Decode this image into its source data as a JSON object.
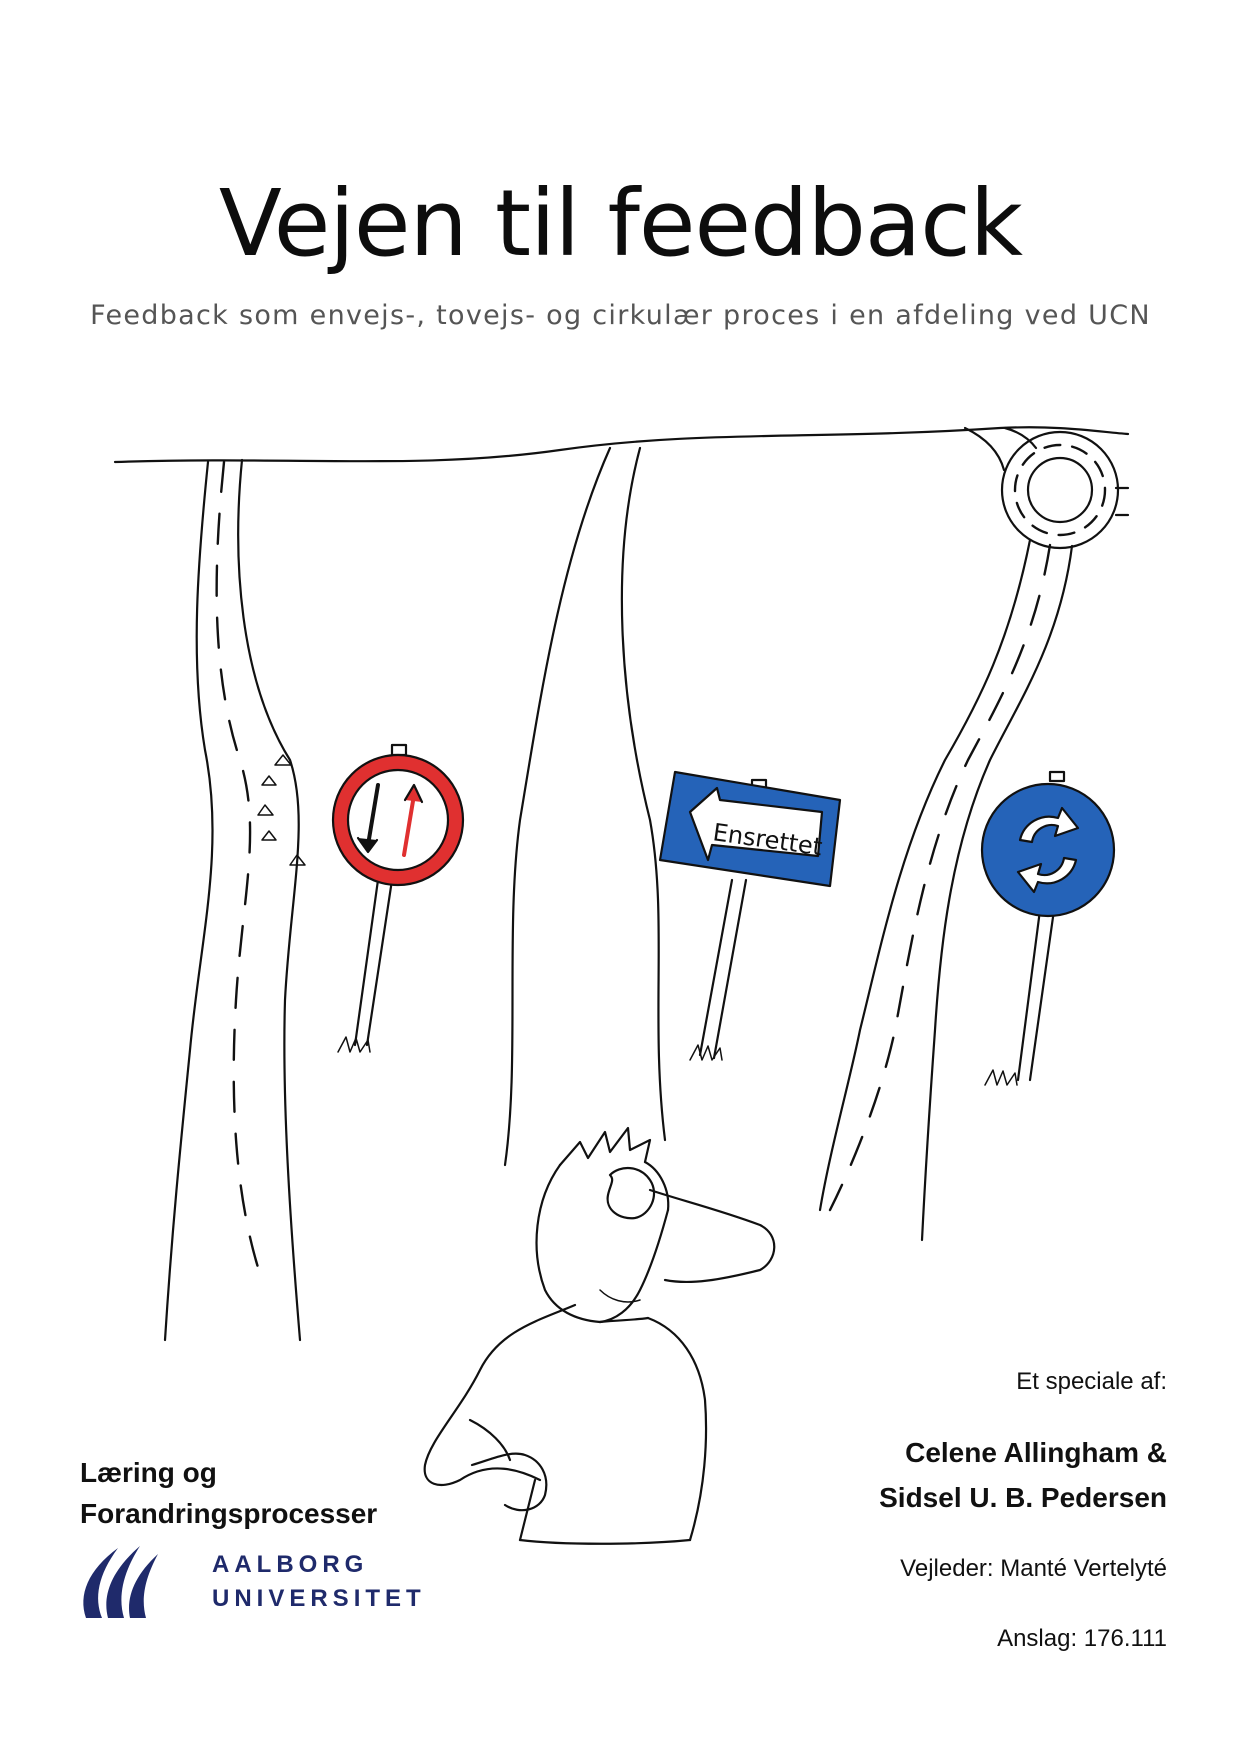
{
  "document": {
    "title": "Vejen til feedback",
    "subtitle": "Feedback som envejs-, tovejs- og cirkulær proces i en afdeling ved UCN"
  },
  "illustration": {
    "sign_label": "Ensrettet",
    "colors": {
      "red": "#e03030",
      "blue": "#2563b8",
      "ink": "#111111"
    },
    "icons": [
      "no-overtaking-sign",
      "one-way-sign",
      "roundabout-sign",
      "confused-person"
    ]
  },
  "credits": {
    "byline": "Et speciale af:",
    "author1": "Celene Allingham &",
    "author2": "Sidsel U. B. Pedersen",
    "supervisor": "Vejleder: Manté Vertelyté",
    "char_count": "Anslag: 176.111"
  },
  "program": {
    "line1": "Læring og",
    "line2": "Forandringsprocesser"
  },
  "university": {
    "line1": "AALBORG",
    "line2": "UNIVERSITET",
    "brand_color": "#1f2a6b"
  }
}
